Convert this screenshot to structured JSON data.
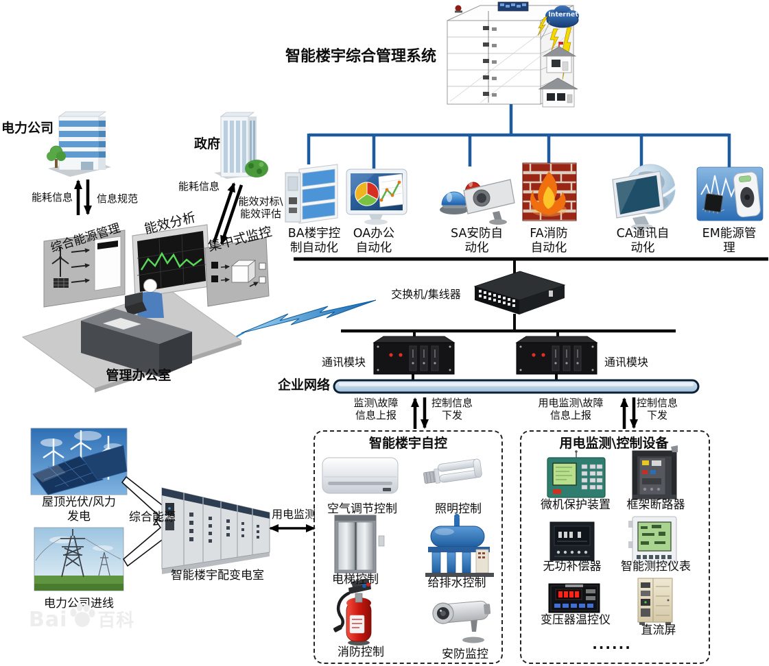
{
  "title": "智能楼宇综合管理系统",
  "internet_label": "Internet",
  "entities": {
    "power_company": "电力公司",
    "government": "政府",
    "office": "管理办公室"
  },
  "exchange_flows": {
    "energy_info_left": "能耗信息",
    "info_standard": "信息规范",
    "energy_info_right": "能耗信息",
    "benchmark_eval": "能效对标\\\n能效评估"
  },
  "office_screens": {
    "energy_mgmt": "综合能源管理",
    "efficiency_analysis": "能效分析",
    "central_monitor": "集中式监控"
  },
  "subsystems": [
    "BA楼宇控\n制自动化",
    "OA办公\n自动化",
    "SA安防自\n动化",
    "FA消防\n自动化",
    "CA通讯自\n动化",
    "EM能源管\n理"
  ],
  "network": {
    "switch_label": "交换机/集线器",
    "comm_module_left": "通讯模块",
    "comm_module_right": "通讯模块",
    "enterprise_network": "企业网络",
    "monitor_fault_report": "监测\\故障\n信息上报",
    "control_down_left": "控制信息\n下发",
    "power_monitor_fault_report": "用电监测\\故障\n信息上报",
    "control_down_right": "控制信息\n下发"
  },
  "energy_side": {
    "pv_wind": "屋顶光伏/风力\n发电",
    "utility_line": "电力公司进线",
    "integrated_energy": "综合能源",
    "substation": "智能楼宇配变电室",
    "power_monitoring": "用电监测"
  },
  "building_auto_box": {
    "title": "智能楼宇自控",
    "items": [
      "空气调节控制",
      "照明控制",
      "电梯控制",
      "给排水控制",
      "消防控制",
      "安防监控"
    ]
  },
  "power_monitor_box": {
    "title": "用电监测\\控制设备",
    "items": [
      "微机保护装置",
      "框架断路器",
      "无功补偿器",
      "智能测控仪表",
      "变压器温控仪",
      "直流屏"
    ],
    "ellipsis": "......"
  },
  "watermark": {
    "prefix": "Bai",
    "suffix": "百科"
  },
  "colors": {
    "connector_blue": "#1d5a9e",
    "bus_black": "#0a0a0a",
    "network_bar_fill": "#b9d3e8",
    "network_bar_border": "#0a2036",
    "lightning_blue": "#2d8fd8",
    "fire_brick": "#9a2616"
  }
}
